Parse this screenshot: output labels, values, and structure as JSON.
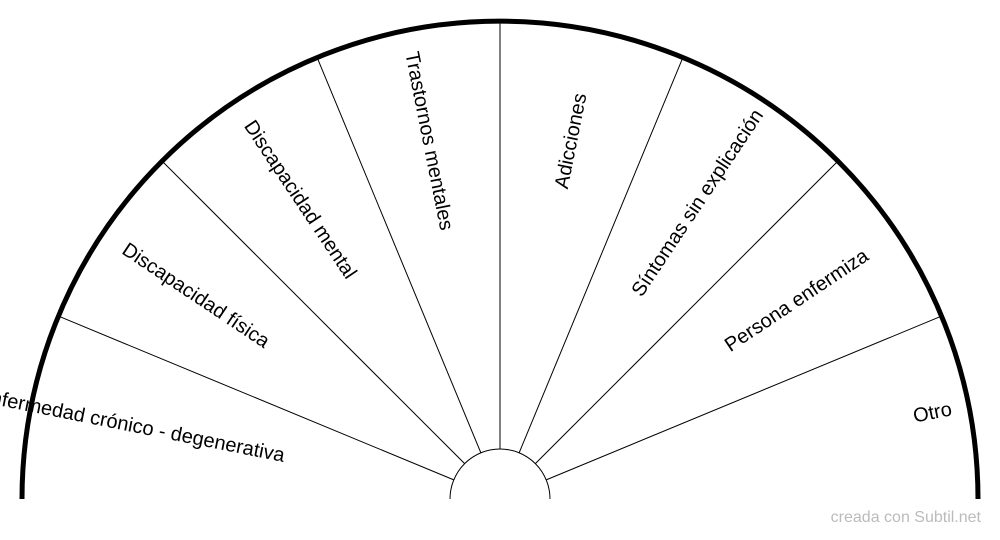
{
  "pendulum_chart": {
    "sectors": [
      {
        "label": "Enfermedad crónico - degenerativa"
      },
      {
        "label": "Discapacidad física"
      },
      {
        "label": "Discapacidad mental"
      },
      {
        "label": "Trastornos mentales"
      },
      {
        "label": "Adicciones"
      },
      {
        "label": "Síntomas sin explicación"
      },
      {
        "label": "Persona enfermiza"
      },
      {
        "label": "Otro"
      }
    ]
  },
  "footer": {
    "credit": "creada con Subtil.net"
  },
  "colors": {
    "outline": "#000000",
    "background": "#ffffff",
    "credit_text": "#bbbbbb"
  }
}
